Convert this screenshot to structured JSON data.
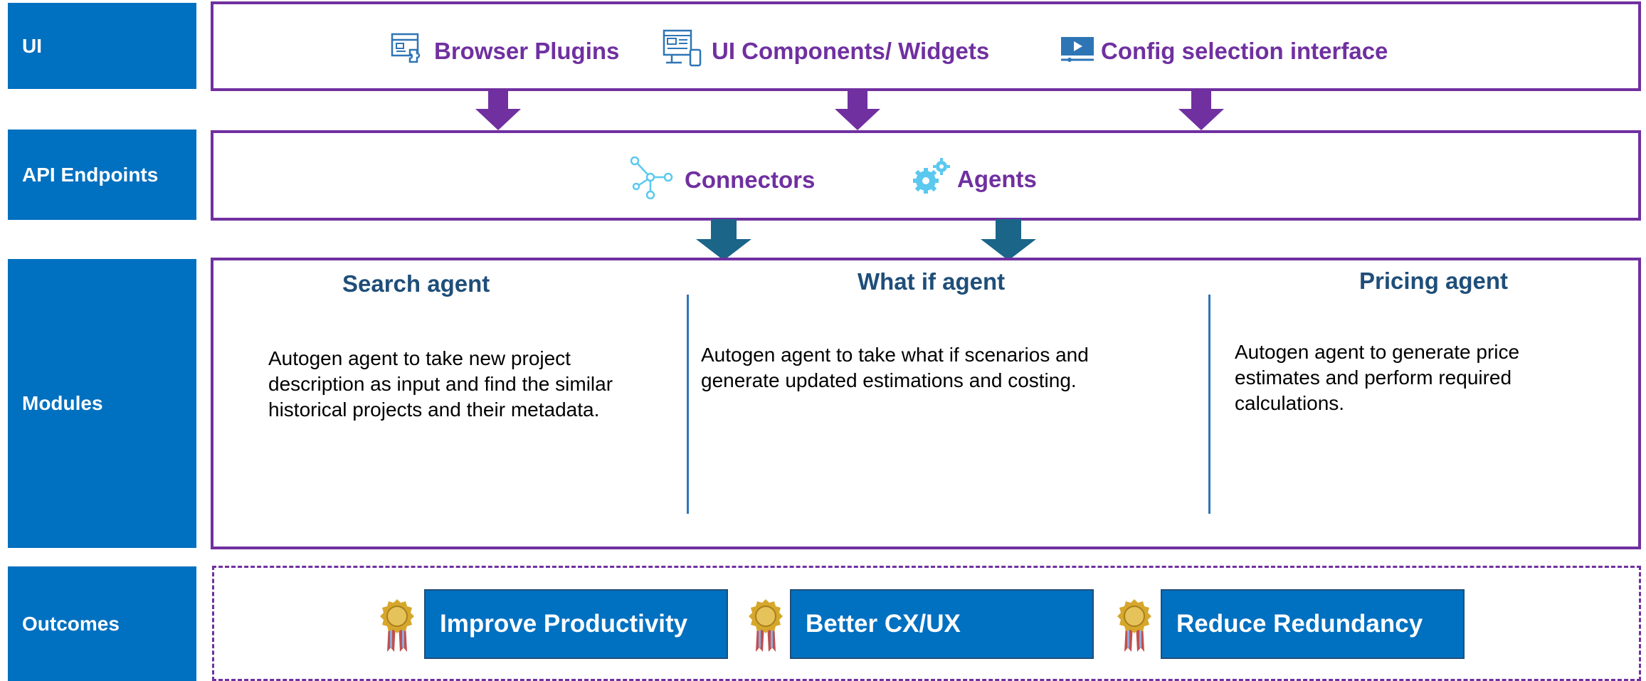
{
  "rows": {
    "ui": "UI",
    "api": "API Endpoints",
    "modules": "Modules",
    "outcomes": "Outcomes"
  },
  "ui_items": [
    {
      "label": "Browser Plugins",
      "icon": "browser-plugin-icon"
    },
    {
      "label": "UI Components/ Widgets",
      "icon": "ui-widgets-icon"
    },
    {
      "label": "Config selection interface",
      "icon": "video-interface-icon"
    }
  ],
  "api_items": [
    {
      "label": "Connectors",
      "icon": "network-connector-icon"
    },
    {
      "label": "Agents",
      "icon": "gears-icon"
    }
  ],
  "modules": [
    {
      "title": "Search agent",
      "text": "Autogen agent to take new project description as input and find the similar historical projects and their metadata."
    },
    {
      "title": "What if agent",
      "text": "Autogen agent to take what if scenarios and generate updated estimations and costing."
    },
    {
      "title": "Pricing agent",
      "text": "Autogen agent to generate price estimates and perform required calculations."
    }
  ],
  "outcomes": [
    {
      "label": "Improve Productivity",
      "icon": "medal-icon"
    },
    {
      "label": "Better CX/UX",
      "icon": "medal-icon"
    },
    {
      "label": "Reduce Redundancy",
      "icon": "medal-icon"
    }
  ],
  "colors": {
    "label_bg": "#0070c0",
    "border": "#7030a0",
    "item_text": "#7030a0",
    "module_title": "#1f4e79",
    "arrow_purple": "#7030a0",
    "arrow_teal": "#1b6589"
  }
}
